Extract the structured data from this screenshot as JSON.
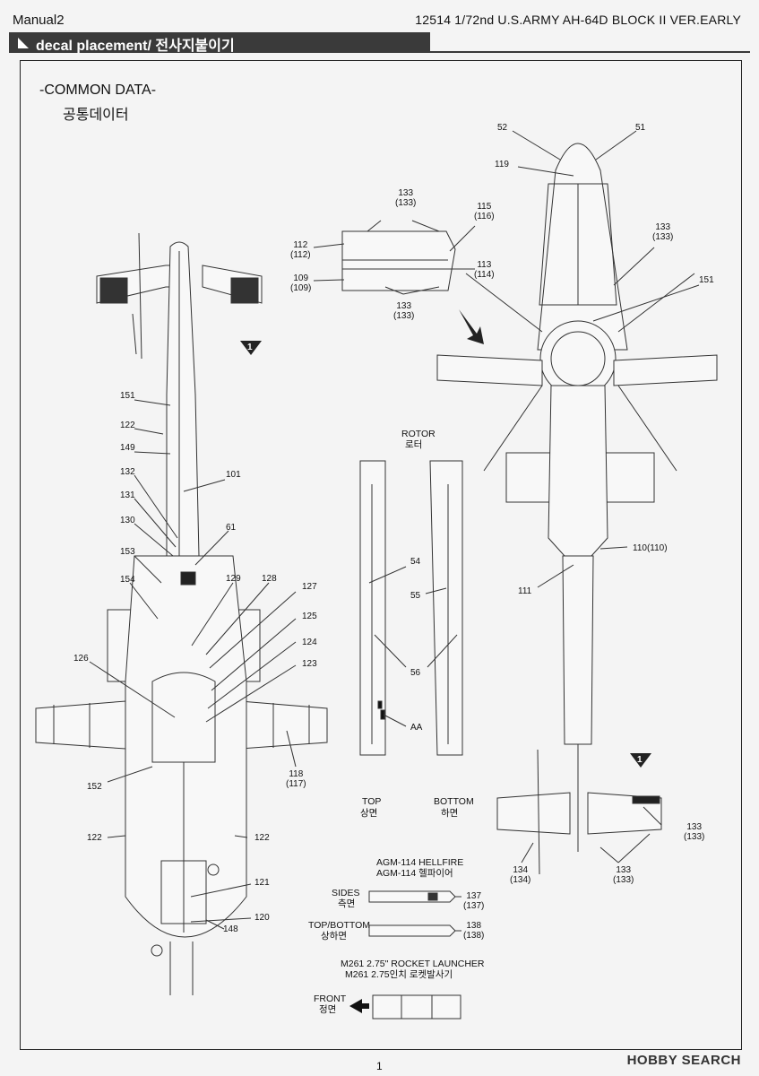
{
  "header": {
    "manual": "Manual2",
    "product": "12514 1/72nd U.S.ARMY AH-64D BLOCK II VER.EARLY",
    "section": "decal placement/ 전사지붙이기"
  },
  "common": {
    "title": "-COMMON DATA-",
    "title_ko": "공통데이터"
  },
  "rotor": {
    "title": "ROTOR",
    "title_ko": "로터",
    "top": "TOP",
    "top_ko": "상면",
    "bottom": "BOTTOM",
    "bottom_ko": "하면"
  },
  "hellfire": {
    "title": "AGM-114 HELLFIRE",
    "title_ko": "AGM-114 헬파이어",
    "sides": "SIDES",
    "sides_ko": "측면",
    "topbottom": "TOP/BOTTOM",
    "topbottom_ko": "상하면"
  },
  "m261": {
    "title": "M261 2.75\" ROCKET LAUNCHER",
    "title_ko": "M261 2.75인치 로켓발사기",
    "front": "FRONT",
    "front_ko": "정면"
  },
  "markers": {
    "m1a": "1",
    "m1b": "1"
  },
  "labels": {
    "l52": "52",
    "l51": "51",
    "l119": "119",
    "l133a": "133\n(133)",
    "l115": "115\n(116)",
    "l112": "112\n(112)",
    "l113": "113\n(114)",
    "l109": "109\n(109)",
    "l133b": "133\n(133)",
    "l133c": "133\n(133)",
    "l151r": "151",
    "l151": "151",
    "l122a": "122",
    "l149": "149",
    "l132": "132",
    "l101": "101",
    "l131": "131",
    "l130": "130",
    "l61": "61",
    "l153": "153",
    "l154": "154",
    "l129": "129",
    "l128": "128",
    "l127": "127",
    "l125": "125",
    "l124": "124",
    "l126": "126",
    "l123": "123",
    "l118": "118\n(117)",
    "l152": "152",
    "l122b": "122",
    "l122c": "122",
    "l121": "121",
    "l120": "120",
    "l148": "148",
    "l54": "54",
    "l55": "55",
    "l56": "56",
    "lAA": "AA",
    "l110": "110(110)",
    "l111": "111",
    "l133d": "133\n(133)",
    "l134": "134\n(134)",
    "l133e": "133\n(133)",
    "l137": "137\n(137)",
    "l138": "138\n(138)"
  },
  "footer": {
    "page": "1",
    "watermark": "HOBBY SEARCH"
  }
}
